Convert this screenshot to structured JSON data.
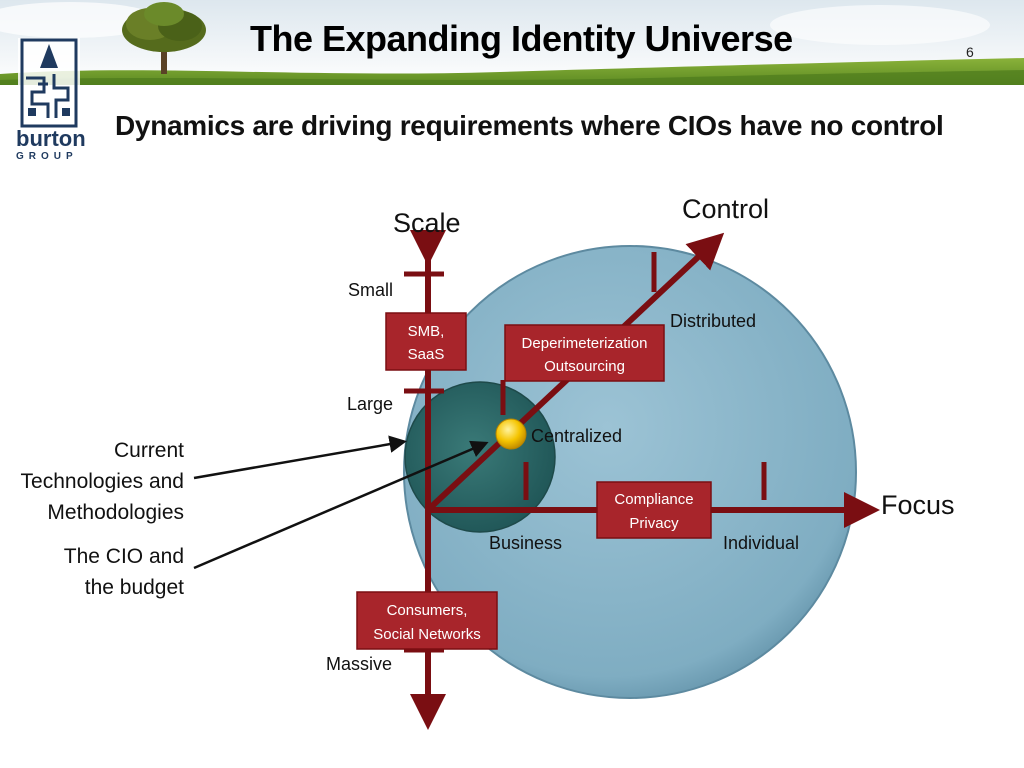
{
  "slide": {
    "title": "The Expanding Identity Universe",
    "page_number": "6",
    "subtitle": "Dynamics are driving requirements where CIOs have no control"
  },
  "logo": {
    "wordmark": "burton",
    "tagline": "GROUP"
  },
  "axes": {
    "scale": {
      "title": "Scale",
      "ticks": [
        "Small",
        "Large",
        "Massive"
      ]
    },
    "control": {
      "title": "Control",
      "ticks": [
        "Centralized",
        "Distributed"
      ]
    },
    "focus": {
      "title": "Focus",
      "ticks": [
        "Business",
        "Individual"
      ]
    }
  },
  "boxes": {
    "smb": [
      "SMB,",
      "SaaS"
    ],
    "deperimeterization": [
      "Deperimeterization",
      "Outsourcing"
    ],
    "compliance": [
      "Compliance",
      "Privacy"
    ],
    "consumers": [
      "Consumers,",
      "Social Networks"
    ]
  },
  "annotations": {
    "current_tech": [
      "Current",
      "Technologies and",
      "Methodologies"
    ],
    "cio_budget": [
      "The CIO and",
      "the budget"
    ]
  },
  "colors": {
    "axis": "#7a0e12",
    "box": "#a8252b",
    "outer_circle": "#85b3c8",
    "inner_circle": "#2e6b6b",
    "cio_dot": "#f5c400",
    "logo": "#1f3a5f"
  }
}
